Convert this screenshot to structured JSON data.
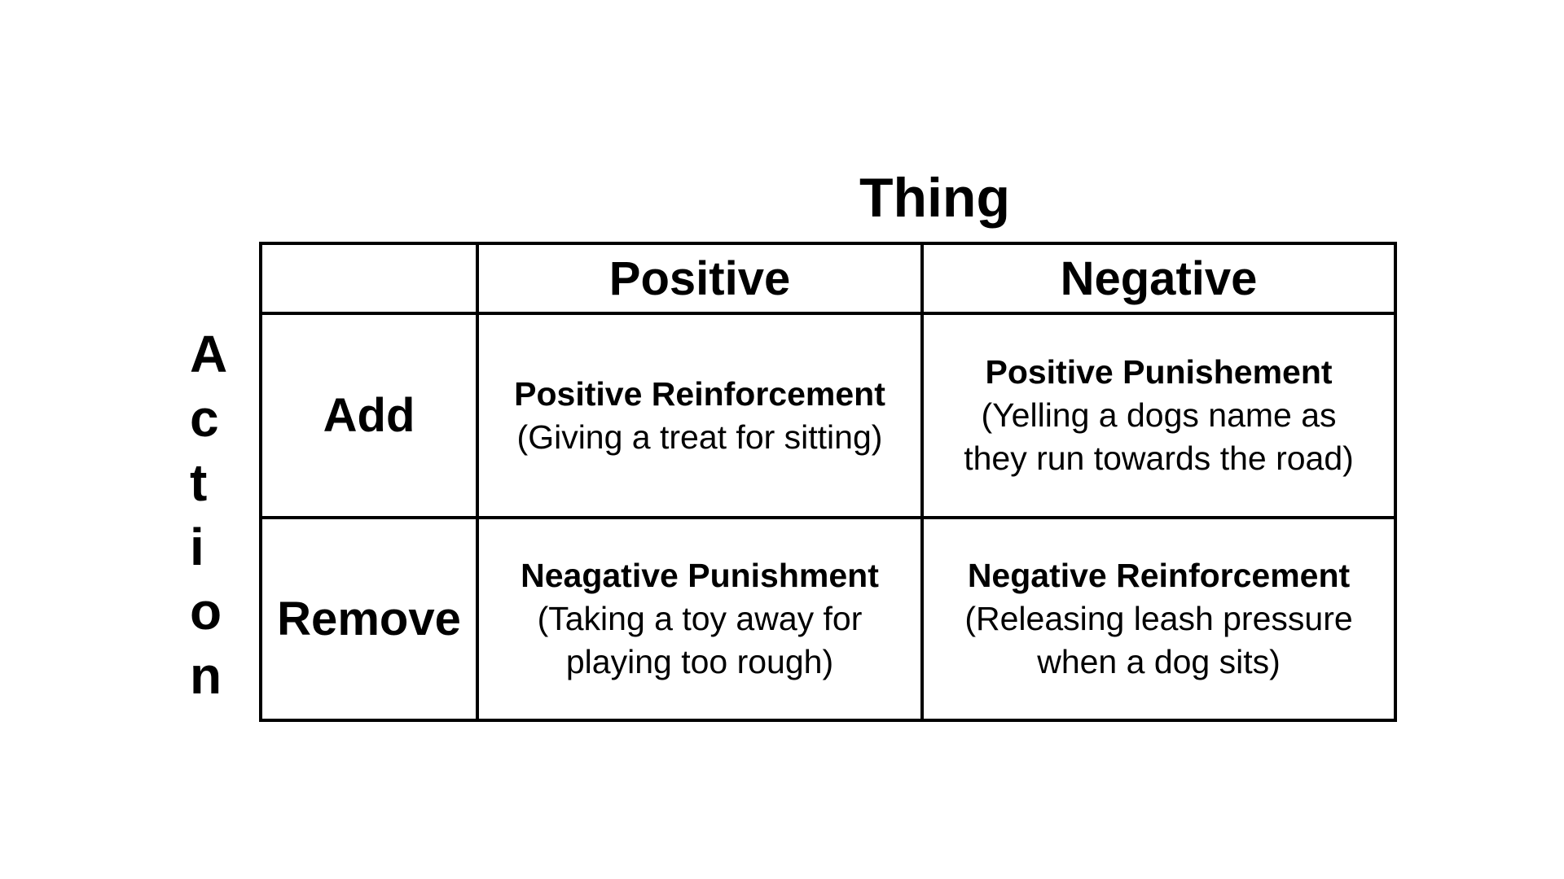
{
  "title": "Thing",
  "vertical_label": "Action",
  "table": {
    "column_headers": [
      "Positive",
      "Negative"
    ],
    "row_headers": [
      "Add",
      "Remove"
    ],
    "cells": [
      {
        "title": "Positive Reinforcement",
        "example": "(Giving a treat for sitting)"
      },
      {
        "title": "Positive Punishement",
        "example": "(Yelling a dogs name as they run towards the road)"
      },
      {
        "title": "Neagative Punishment",
        "example": "(Taking a toy away for playing too rough)"
      },
      {
        "title": "Negative Reinforcement",
        "example": "(Releasing leash pressure when a dog sits)"
      }
    ]
  },
  "colors": {
    "background": "#ffffff",
    "text": "#000000",
    "border": "#000000"
  }
}
